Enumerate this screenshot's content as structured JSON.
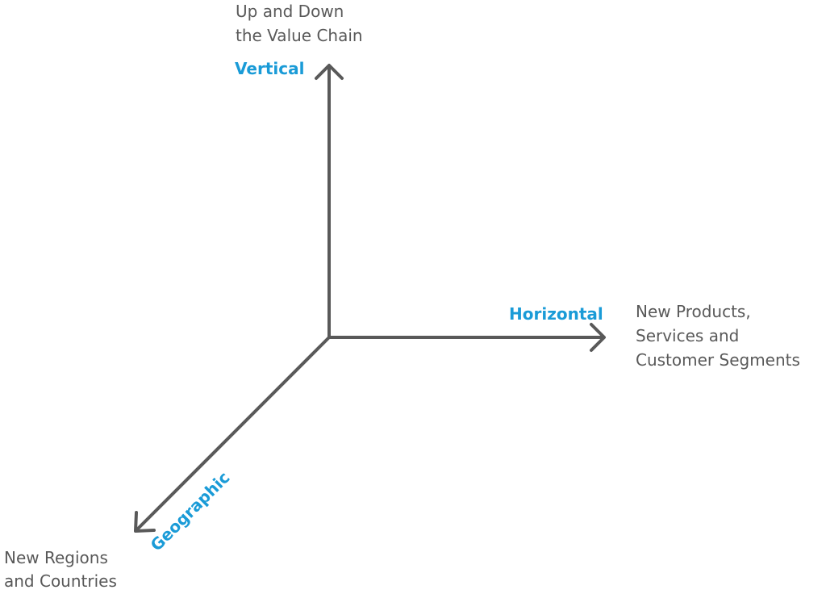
{
  "colors": {
    "axis_stroke": "#595959",
    "label_accent": "#1a9bd7",
    "description_text": "#595959"
  },
  "diagram": {
    "vertical": {
      "label": "Vertical",
      "description_line1": "Up and Down",
      "description_line2": "the Value Chain"
    },
    "horizontal": {
      "label": "Horizontal",
      "description_line1": "New Products,",
      "description_line2": "Services and",
      "description_line3": "Customer Segments"
    },
    "geographic": {
      "label": "Geographic",
      "description_line1": "New Regions",
      "description_line2": "and Countries"
    }
  }
}
